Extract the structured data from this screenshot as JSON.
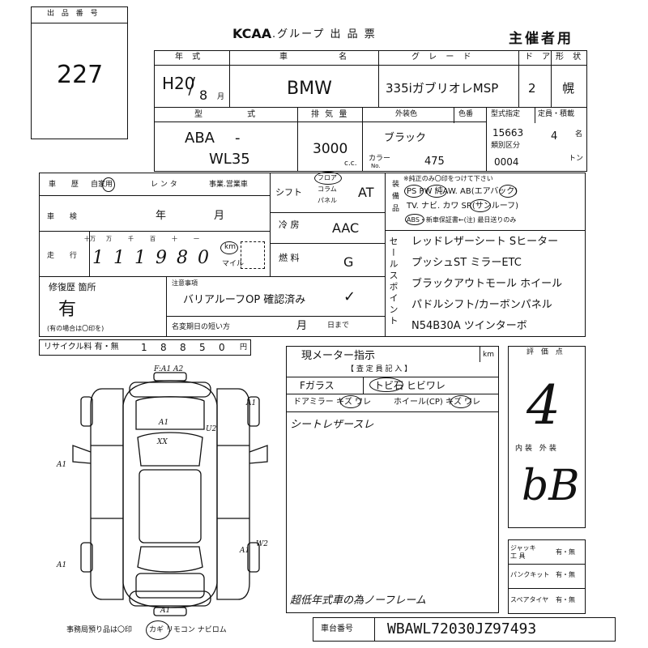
{
  "lot": {
    "label": "出 品 番 号",
    "number": "227"
  },
  "header": {
    "brand": "KCAA",
    "title": ".グループ 出 品 票",
    "role": "主催者用"
  },
  "labels": {
    "year": "年 式",
    "make": "車 名",
    "grade": "グ レ ー ド",
    "doors": "ド ア",
    "body": "形 状",
    "model_code": "型 式",
    "displacement": "排 気 量",
    "ext_color": "外装色",
    "color_no": "色番",
    "designation": "型式指定",
    "capacity": "定員・積載",
    "color_label": "カラー",
    "color_no_short": "No.",
    "class_label": "類別区分",
    "cc": "c.c.",
    "persons": "名",
    "tons": "トン"
  },
  "vehicle": {
    "era": "H20",
    "month": "8",
    "month_unit": "月",
    "make": "BMW",
    "grade": "335iガブリオレMSP",
    "doors": "2",
    "body": "幌",
    "model_prefix": "ABA",
    "model_dash": "-",
    "model_code": "WL35",
    "displacement": "3000",
    "color": "ブラック",
    "color_code": "475",
    "type_designation": "15663",
    "class_code": "0004",
    "capacity": "4"
  },
  "history": {
    "label": "車 歴",
    "self_use": "自家用",
    "rental": "レ ン タ",
    "business": "事業.営業車",
    "inspection": "車 検",
    "year_unit": "年",
    "month_unit": "月",
    "mileage_label": "走 行",
    "units": [
      "十万",
      "万",
      "千",
      "百",
      "十",
      "一"
    ],
    "mileage_digits": [
      "1",
      "1",
      "1",
      "9",
      "8",
      "0"
    ],
    "km": "km",
    "mile": "マイル"
  },
  "specs": {
    "shift": "シフト",
    "shift_opts": [
      "フロア",
      "コラム",
      "パネル"
    ],
    "shift_val": "AT",
    "ac": "冷 房",
    "ac_val": "AAC",
    "fuel": "燃 料",
    "fuel_val": "G"
  },
  "equipment": {
    "label": "装備品",
    "note": "※純正のみ〇印をつけて下さい",
    "line1": "PS PW 純AW. AB(エアバック)",
    "line2": "TV. ナビ. カワ SR(サンルーフ)",
    "line3": "ABS・新車保証書←(注) 最日送りのみ"
  },
  "selling_points": {
    "label": "セールスポイント",
    "lines": [
      "レッドレザーシート Sヒーター",
      "プッシュST ミラーETC",
      "ブラックアウトモール ホイール",
      "パドルシフト/カーボンパネル",
      "N54B30A ツインターボ"
    ]
  },
  "repair": {
    "label": "修復歴 箇所",
    "value": "有",
    "note": "(有の場合は〇印を)"
  },
  "notes": {
    "label": "注意事項",
    "line": "バリアルーフOP 確認済み",
    "check": "✓",
    "reg_label": "名変期日の短い方",
    "month": "月",
    "day": "日まで"
  },
  "recycle": {
    "label": "リサイクル料 有・無",
    "digits": [
      "1",
      "8",
      "8",
      "5",
      "0"
    ],
    "unit": "円"
  },
  "meter": {
    "title": "現メーター指示",
    "unit": "km",
    "inspector": "【 査 定 員 記 入 】",
    "glass": "Fガラス",
    "glass_opts": "トビ石   ヒビワレ",
    "mirror": "ドアミラー キズ ワレ",
    "wheel": "ホイール(CP) キズ ワレ",
    "handwriting1": "シートレザースレ",
    "handwriting2": "超低年式車の為ノーフレーム"
  },
  "score": {
    "label": "評 価 点",
    "value": "4",
    "int_ext_label": "内装 外装",
    "int_ext": "bB"
  },
  "accessories": {
    "jack": "ジャッキ 工 具",
    "puncture": "パンクキット",
    "spare": "スペアタイヤ",
    "opt": "有・無"
  },
  "diagram": {
    "marks": [
      "F:A1 A2",
      "A1",
      "A1",
      "A1",
      "A1",
      "XX",
      "U2",
      "A1",
      "A1",
      "W2"
    ]
  },
  "footer": {
    "office": "事務局預り品は〇印",
    "keys": "カギ リモコン ナビロム",
    "vin_label": "車台番号",
    "vin": "WBAWL72030JZ97493"
  }
}
